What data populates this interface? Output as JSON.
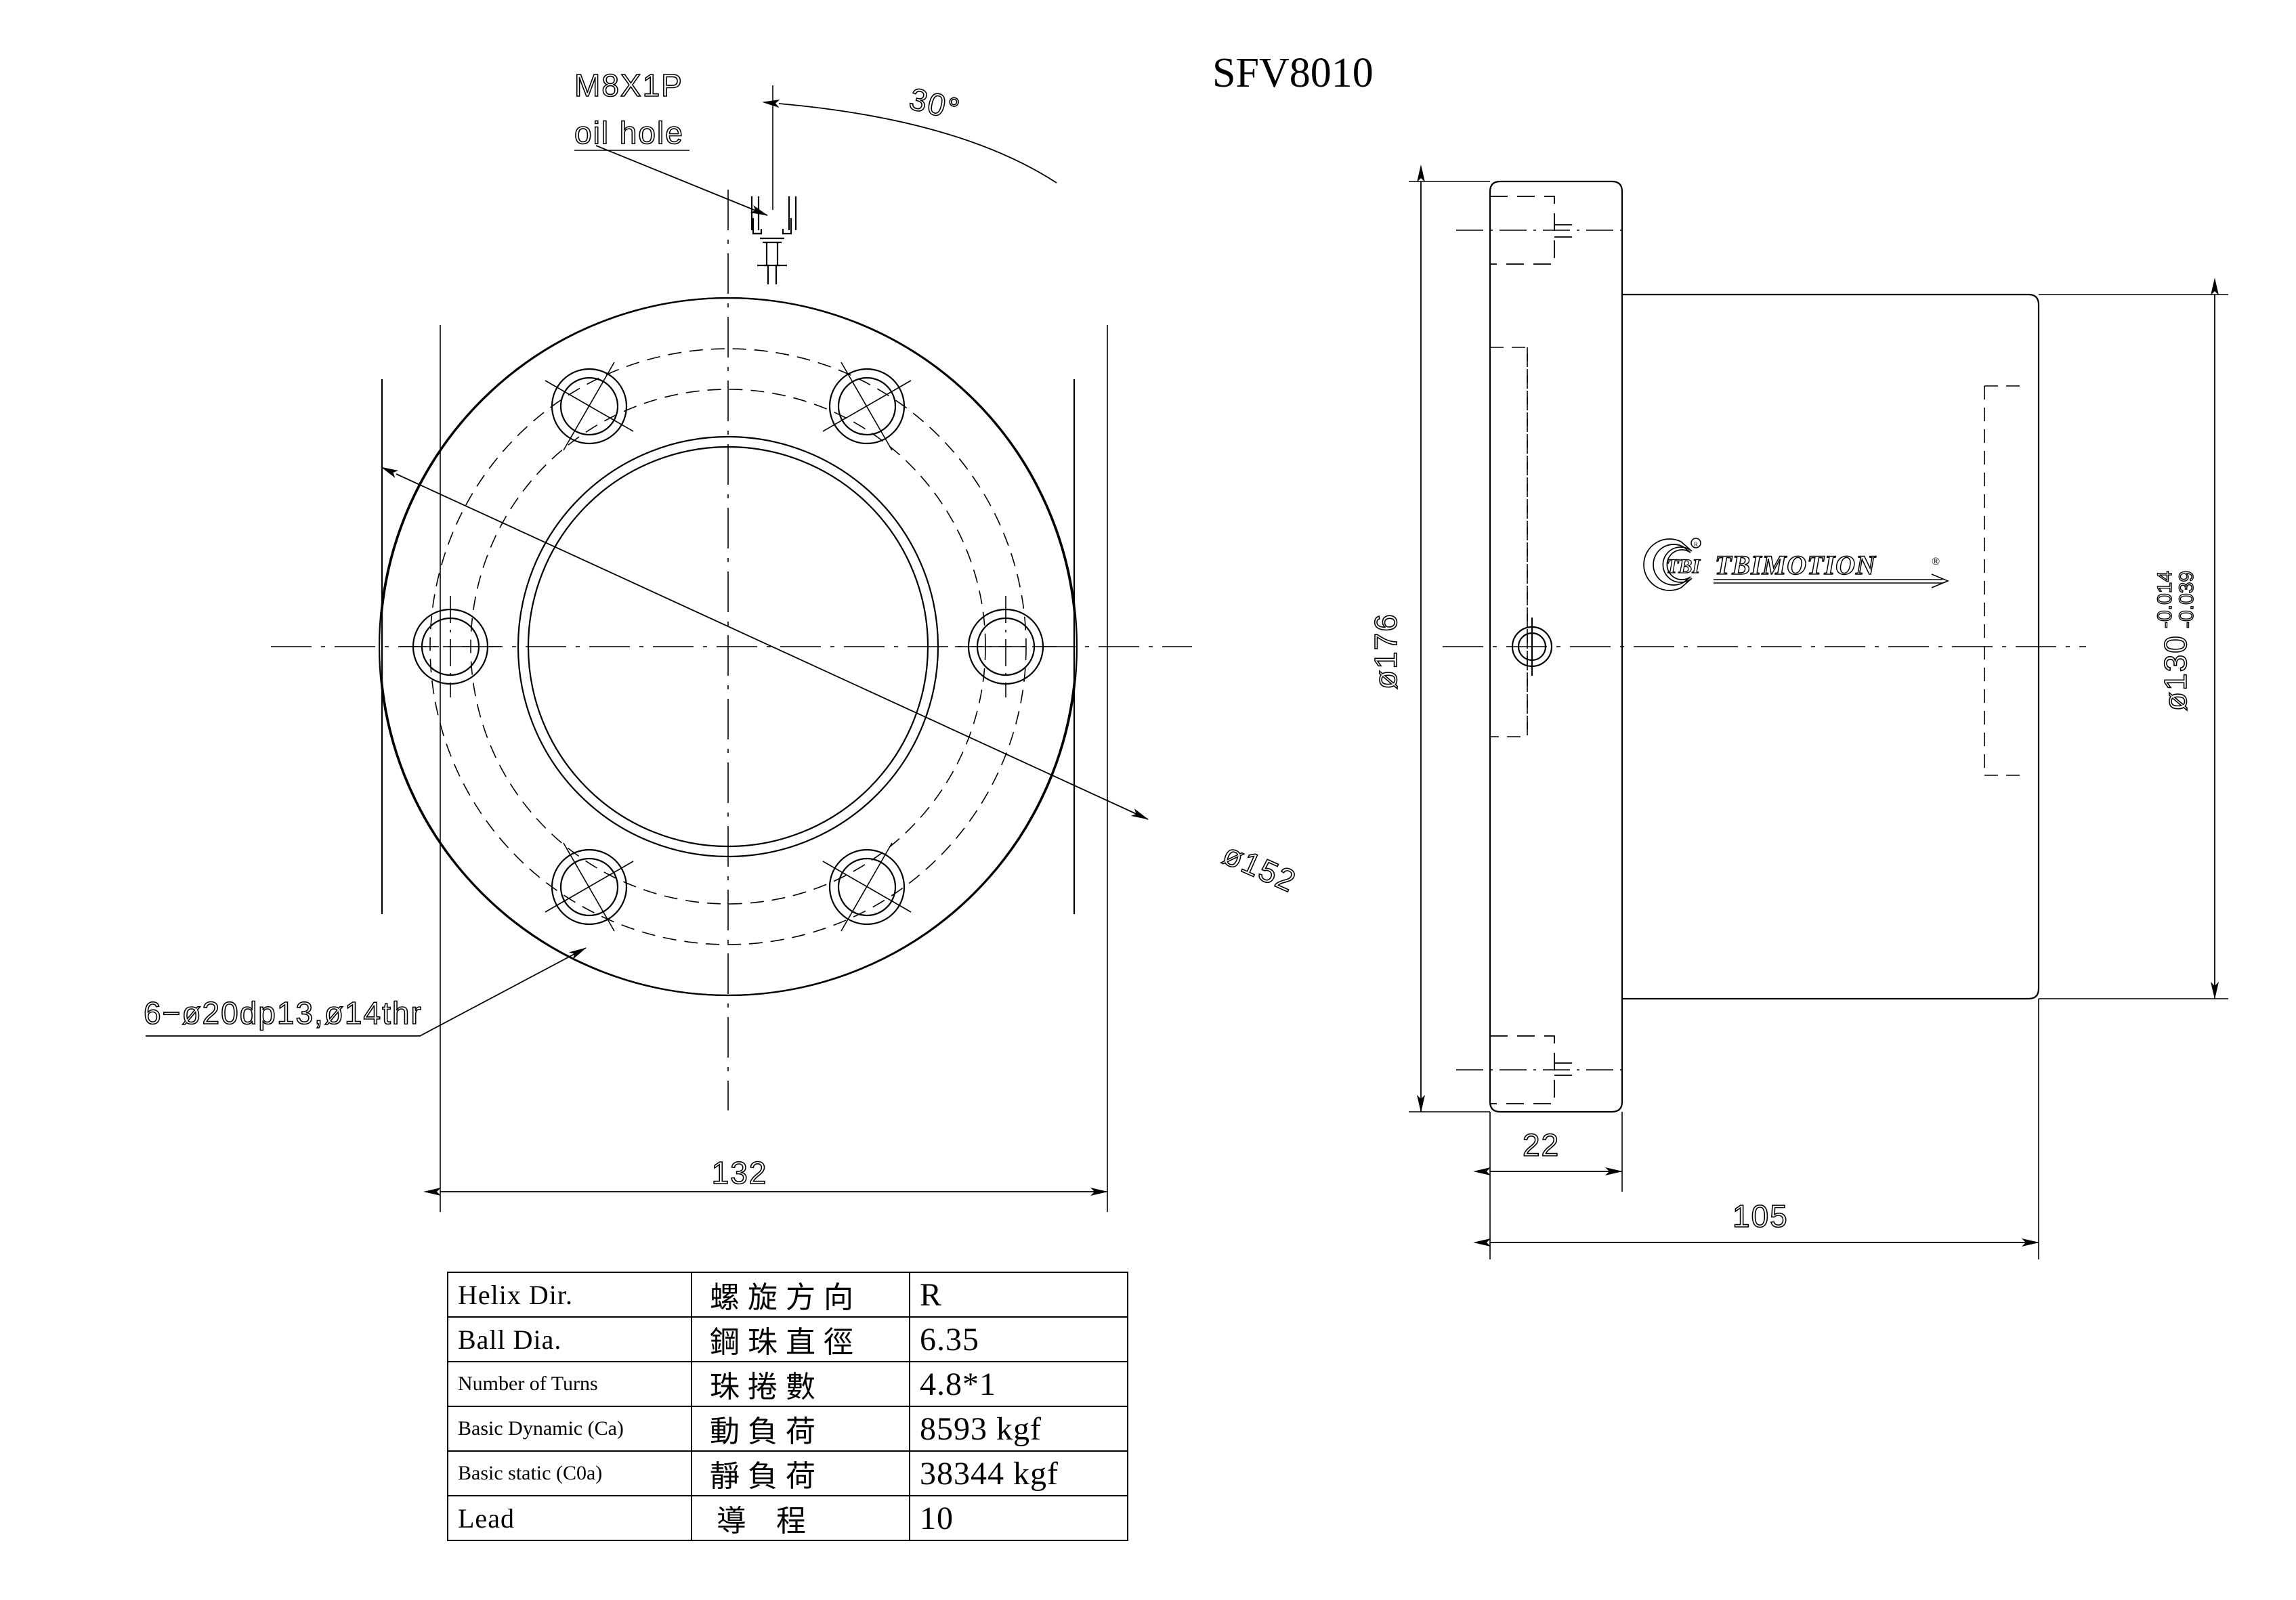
{
  "drawing": {
    "title": "SFV8010",
    "brand": {
      "mark_text": "TBI",
      "wordmark": "TBIMOTION",
      "registered": "®"
    }
  },
  "front_view": {
    "name": "flange-front-view",
    "annotations": {
      "oil_hole_line1": "M8X1P",
      "oil_hole_line2": "oil hole",
      "angle": "30°",
      "bolt_circle_dia": "ø152",
      "bolt_spec": "6−ø20dp13,ø14thr",
      "flange_width": "132"
    }
  },
  "side_view": {
    "name": "flange-side-view",
    "annotations": {
      "flange_outer_dia": "ø176",
      "nut_body_dia": "ø130",
      "nut_body_tol_upper": "-0.014",
      "nut_body_tol_lower": "-0.039",
      "flange_thickness": "22",
      "total_length": "105"
    }
  },
  "spec_table": {
    "name": "specification-table",
    "rows": [
      {
        "en": "Helix  Dir.",
        "zh": "螺旋方向",
        "value": "R"
      },
      {
        "en": "Ball Dia.",
        "zh": "鋼珠直徑",
        "value": "6.35"
      },
      {
        "en": "Number of Turns",
        "zh": "珠捲數",
        "value": "4.8*1"
      },
      {
        "en": "Basic Dynamic (Ca)",
        "zh": "動負荷",
        "value": "8593 kgf"
      },
      {
        "en": "Basic static (C0a)",
        "zh": "靜負荷",
        "value": "38344 kgf"
      },
      {
        "en": "Lead",
        "zh": "導程",
        "value": "10"
      }
    ]
  },
  "colors": {
    "line": "#000000",
    "background": "#ffffff"
  }
}
